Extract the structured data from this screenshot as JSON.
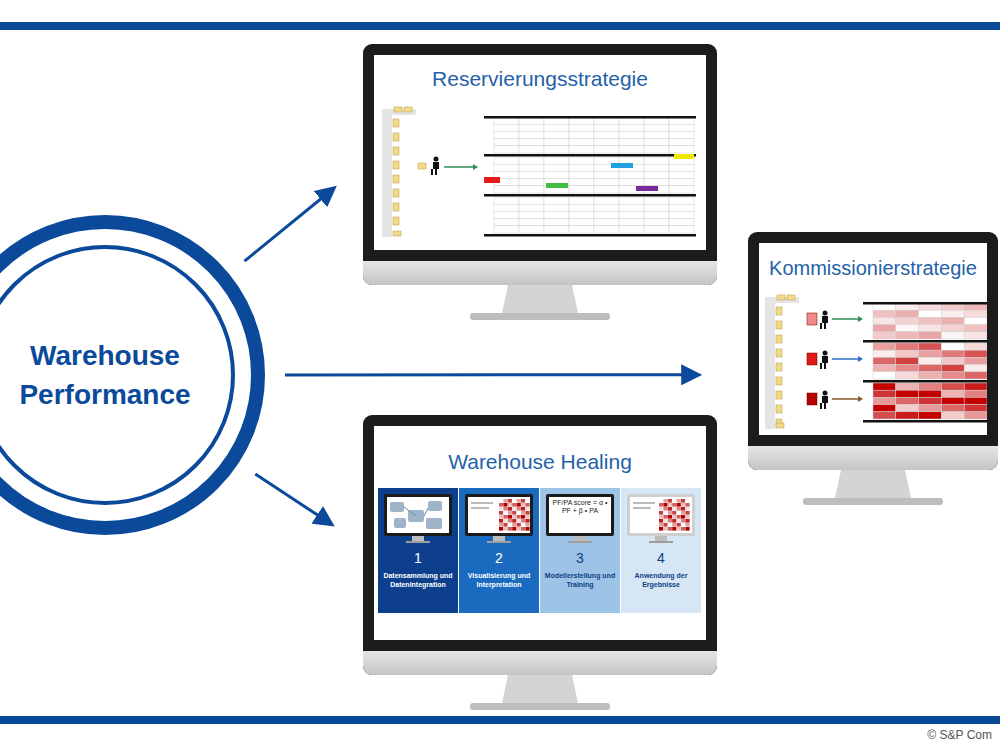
{
  "diagram": {
    "nodes": [
      {
        "text": [
          "Warehouse Performance"
        ]
      },
      {
        "text": [
          "Reservierungsstrategie"
        ]
      },
      {
        "text": [
          "Kommissionierstrategie"
        ]
      },
      {
        "text": [
          "Warehouse Healing"
        ]
      },
      {
        "text": [
          "1",
          "Datensammlung und Datenintegration"
        ],
        "in": 3
      },
      {
        "text": [
          "2",
          "Visualisierung und Interpretation"
        ],
        "in": 3
      },
      {
        "text": [
          "3",
          "Modellerstellung und Training"
        ],
        "in": 3
      },
      {
        "text": [
          "4",
          "Anwendung der Ergebnisse"
        ],
        "in": 3
      }
    ],
    "edges": [
      {
        "from": 0,
        "to": 1,
        "arrow": "to"
      },
      {
        "from": 0,
        "to": 2,
        "arrow": "to"
      },
      {
        "from": 0,
        "to": 3,
        "arrow": "to"
      }
    ],
    "labels": [
      "PF/PA score = α • PF + β • PA",
      "© S&P Com"
    ]
  }
}
